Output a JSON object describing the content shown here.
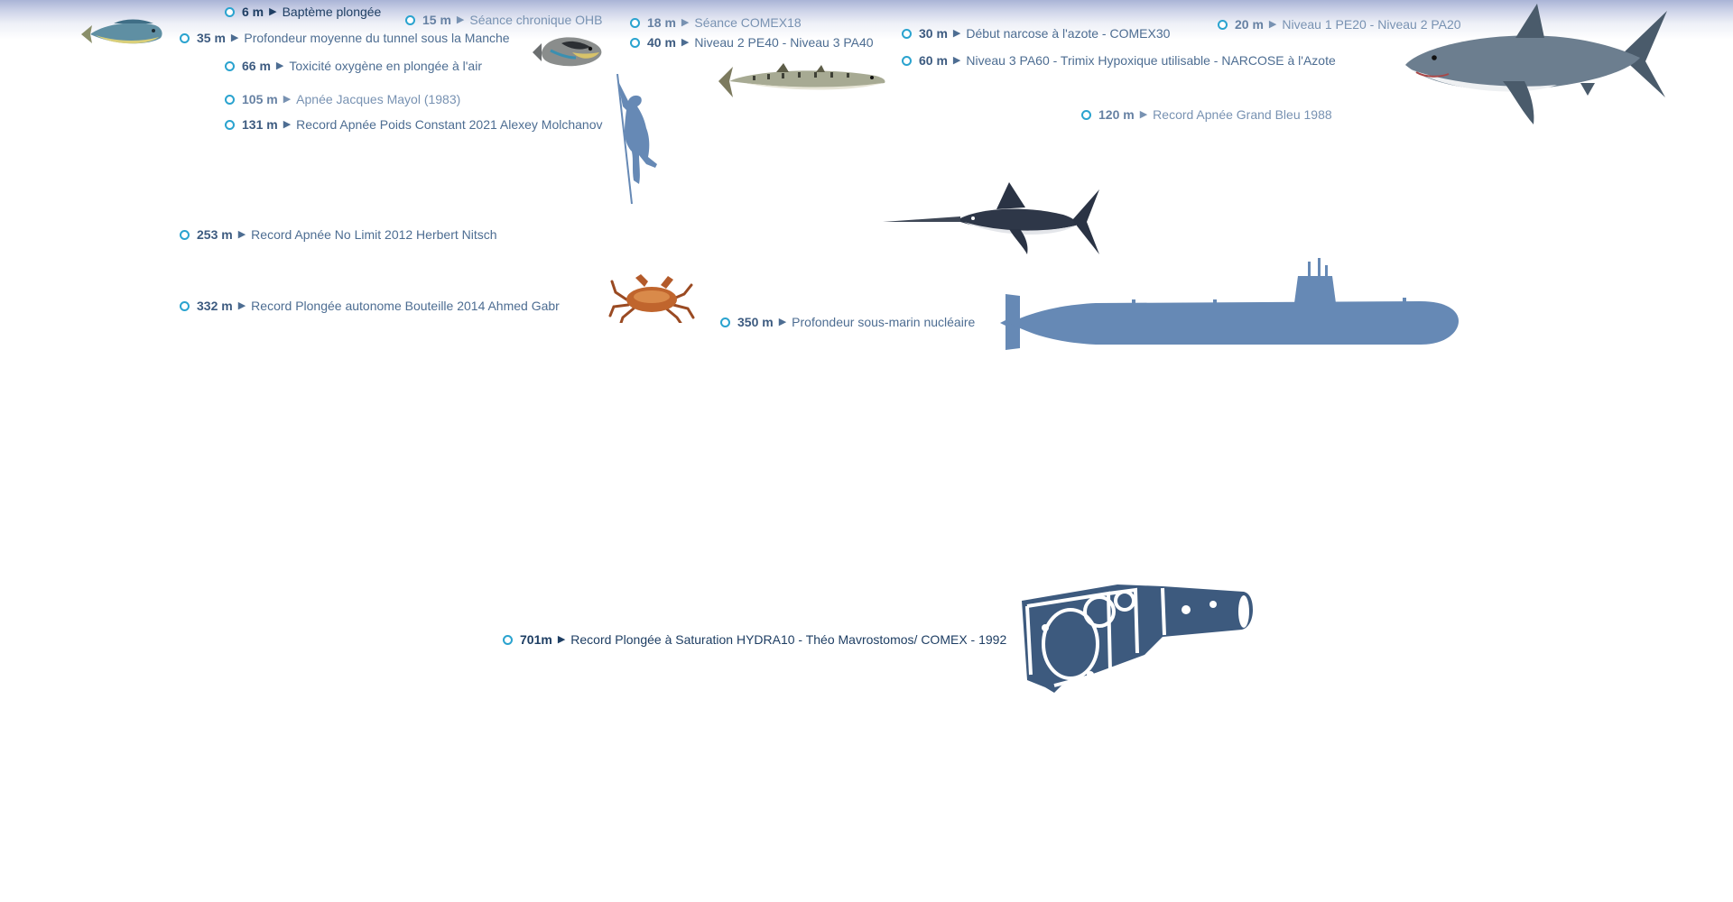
{
  "markers": [
    {
      "depth": "6 m",
      "arrow": "▶",
      "label": "Baptème plongée"
    },
    {
      "depth": "15 m",
      "arrow": "▶",
      "label": "Séance chronique OHB"
    },
    {
      "depth": "18 m",
      "arrow": "▶",
      "label": "Séance COMEX18"
    },
    {
      "depth": "20 m",
      "arrow": "▶",
      "label": "Niveau 1 PE20 - Niveau 2 PA20"
    },
    {
      "depth": "30 m",
      "arrow": "▶",
      "label": "Début narcose à l'azote - COMEX30"
    },
    {
      "depth": "35 m",
      "arrow": "▶",
      "label": "Profondeur moyenne du tunnel sous la Manche"
    },
    {
      "depth": "40 m",
      "arrow": "▶",
      "label": "Niveau 2 PE40 - Niveau 3 PA40"
    },
    {
      "depth": "60 m",
      "arrow": "▶",
      "label": "Niveau 3 PA60 - Trimix Hypoxique utilisable - NARCOSE à l'Azote"
    },
    {
      "depth": "66 m",
      "arrow": "▶",
      "label": "Toxicité oxygène en plongée à l'air"
    },
    {
      "depth": "105 m",
      "arrow": "▶",
      "label": "Apnée Jacques Mayol (1983)"
    },
    {
      "depth": "120 m",
      "arrow": "▶",
      "label": "Record Apnée Grand Bleu 1988"
    },
    {
      "depth": "131 m",
      "arrow": "▶",
      "label": "Record Apnée Poids Constant 2021 Alexey Molchanov"
    },
    {
      "depth": "253 m",
      "arrow": "▶",
      "label": "Record Apnée No Limit 2012 Herbert Nitsch"
    },
    {
      "depth": "332 m",
      "arrow": "▶",
      "label": "Record Plongée autonome Bouteille 2014 Ahmed Gabr"
    },
    {
      "depth": "350 m",
      "arrow": "▶",
      "label": "Profondeur sous-marin nucléaire"
    },
    {
      "depth": "701m",
      "arrow": "▶",
      "label": "Record Plongée à Saturation HYDRA10 - Théo Mavrostomos/ COMEX - 1992"
    }
  ],
  "illustrations": [
    {
      "name": "dorado-fish",
      "icon": "fish-icon"
    },
    {
      "name": "triggerfish",
      "icon": "fish-icon"
    },
    {
      "name": "barracuda",
      "icon": "fish-icon"
    },
    {
      "name": "great-white-shark",
      "icon": "shark-icon"
    },
    {
      "name": "freediver",
      "icon": "diver-icon"
    },
    {
      "name": "swordfish",
      "icon": "swordfish-icon"
    },
    {
      "name": "crab",
      "icon": "crab-icon"
    },
    {
      "name": "nuclear-submarine",
      "icon": "submarine-icon"
    },
    {
      "name": "saturation-chamber",
      "icon": "hyperbaric-chamber-icon"
    }
  ],
  "colors": {
    "dot": "#2aa3cf",
    "silhouette": "#6689b5",
    "chamber": "#3d5a7e",
    "text_dark": "#1e3e63",
    "text_mid": "#4d6d92",
    "text_light": "#7892b2"
  }
}
